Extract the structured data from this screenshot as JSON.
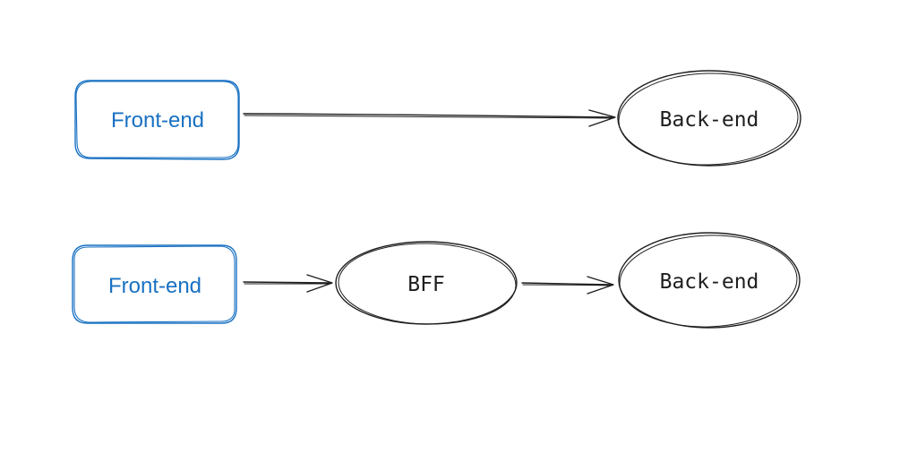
{
  "colors": {
    "box_stroke": "#1971c2",
    "box_text": "#1971c2",
    "ellipse_stroke": "#1e1e1e",
    "ellipse_text": "#1e1e1e",
    "arrow_stroke": "#1e1e1e",
    "background": "#ffffff"
  },
  "row1": {
    "frontend_label": "Front-end",
    "backend_label": "Back-end"
  },
  "row2": {
    "frontend_label": "Front-end",
    "bff_label": "BFF",
    "backend_label": "Back-end"
  }
}
